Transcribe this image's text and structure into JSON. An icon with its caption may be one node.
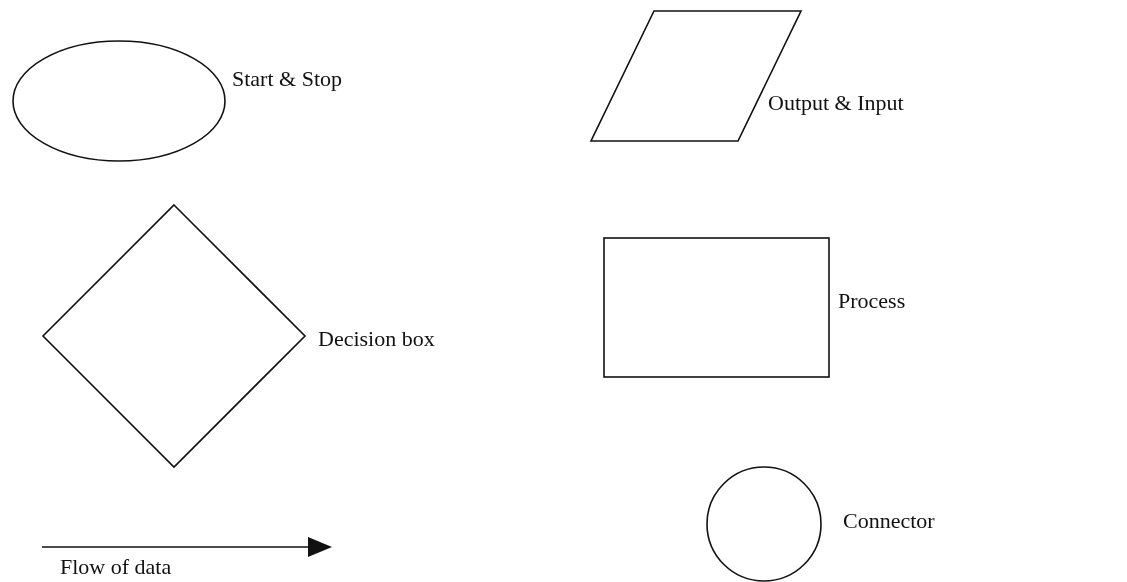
{
  "diagram": {
    "nodes": [
      {
        "text": [],
        "shape": "ellipse",
        "beside": [
          "Start & Stop"
        ]
      },
      {
        "text": [],
        "shape": "parallelogram",
        "beside": [
          "Output & Input"
        ]
      },
      {
        "text": [],
        "shape": "diamond",
        "beside": [
          "Decision box"
        ]
      },
      {
        "text": [],
        "shape": "box",
        "beside": [
          "Process"
        ]
      },
      {
        "text": [],
        "shape": "circle",
        "beside": [
          "Connector"
        ]
      }
    ],
    "edges": [],
    "labels": [
      "Flow of data"
    ]
  }
}
